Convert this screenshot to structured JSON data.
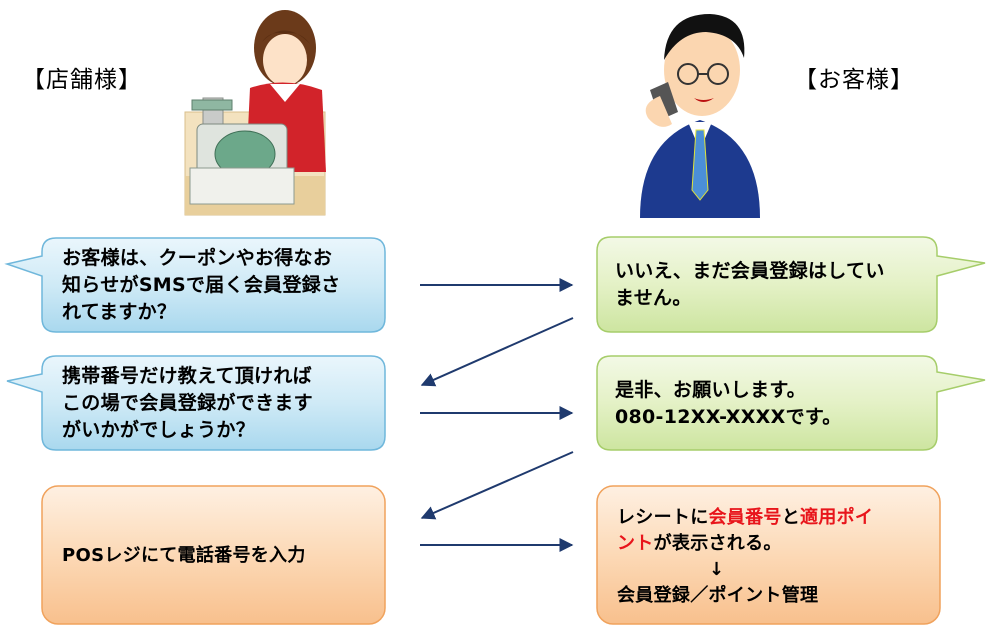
{
  "labels": {
    "store": "【店舗様】",
    "customer": "【お客様】"
  },
  "store_bubbles": [
    {
      "lines": [
        "お客様は、クーポンやお得なお",
        "知らせがSMSで届く会員登録さ",
        "れてますか？"
      ]
    },
    {
      "lines": [
        "携帯番号だけ教えて頂ければ",
        "この場で会員登録ができます",
        "がいかがでしょうか？"
      ]
    }
  ],
  "store_action": "POSレジにて電話番号を入力",
  "customer_bubbles": [
    {
      "lines": [
        "いいえ、まだ会員登録はしてい",
        "ません。"
      ]
    },
    {
      "lines": [
        "是非、お願いします。",
        "080-12XX-XXXXです。"
      ]
    }
  ],
  "customer_result": {
    "line1": {
      "pre": "レシートに",
      "red1": "会員番号",
      "mid": "と",
      "red2": "適用ポイ"
    },
    "line2": {
      "red": "ント",
      "post": "が表示される。"
    },
    "arrow": "↓",
    "line3": "会員登録／ポイント管理"
  },
  "colors": {
    "blue_bubble": "#cfeaf6",
    "green_bubble": "#e6f2c8",
    "orange_box": "#fcd9b6",
    "arrow": "#1f3a6e",
    "highlight": "#e8151b"
  },
  "icons": [
    "store-clerk-illustration",
    "customer-phone-illustration"
  ]
}
